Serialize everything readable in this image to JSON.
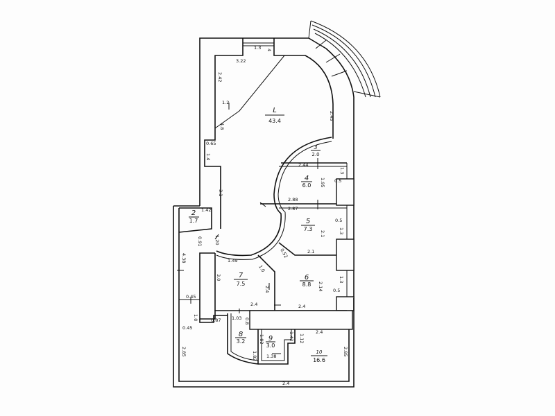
{
  "rooms": [
    {
      "number": "L",
      "area": "43.4"
    },
    {
      "number": "2",
      "area": "1.7"
    },
    {
      "number": "3",
      "area": "2.0"
    },
    {
      "number": "4",
      "area": "6.0"
    },
    {
      "number": "5",
      "area": "7.3"
    },
    {
      "number": "6",
      "area": "8.8"
    },
    {
      "number": "7",
      "area": "7.5"
    },
    {
      "number": "8",
      "area": "3.2"
    },
    {
      "number": "9",
      "area": "3.0"
    },
    {
      "number": "10",
      "area": "16.6"
    }
  ],
  "dimensions": [
    "1.3",
    "4",
    "3.22",
    "2.42",
    "1.2",
    "4.8",
    "2.45",
    "0.65",
    "1.4",
    "3.1",
    "2.44",
    "1.95",
    "0.5",
    "1.3",
    "2.88",
    "2.87",
    "1.42",
    "2.1",
    "0.5",
    "1.3",
    "0.91",
    "1.20",
    "1.49",
    "2.1",
    "0.52",
    "1.0",
    "3.0",
    "2.14",
    "0.5",
    "1.3",
    "2.4",
    "4.38",
    "0.45",
    "2.4",
    "2.4",
    "1.0",
    "0.87",
    "0.45",
    "1.03",
    "0.8",
    "1.82",
    "1.42",
    "1.12",
    "2.4",
    "1.38",
    "1.82",
    "2.85",
    "2.85",
    "2.4"
  ]
}
